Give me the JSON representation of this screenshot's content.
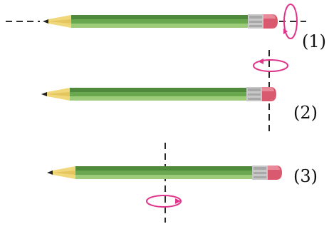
{
  "labels": {
    "case_1": "(1)",
    "case_2": "(2)",
    "case_3": "(3)"
  },
  "colors": {
    "axis": "#111111",
    "rotation_arrow": "#e0338a",
    "pencil_body_dark": "#4f8a3c",
    "pencil_body_mid": "#6aa84f",
    "pencil_body_light": "#9ccc7a",
    "pencil_wood": "#f0d77a",
    "pencil_lead": "#222222",
    "ferrule": "#c8c8c8",
    "eraser": "#d9596e"
  },
  "icons": {
    "pencil": "pencil-icon",
    "rotation": "rotation-arrow-icon",
    "axis": "dashed-axis-line"
  }
}
